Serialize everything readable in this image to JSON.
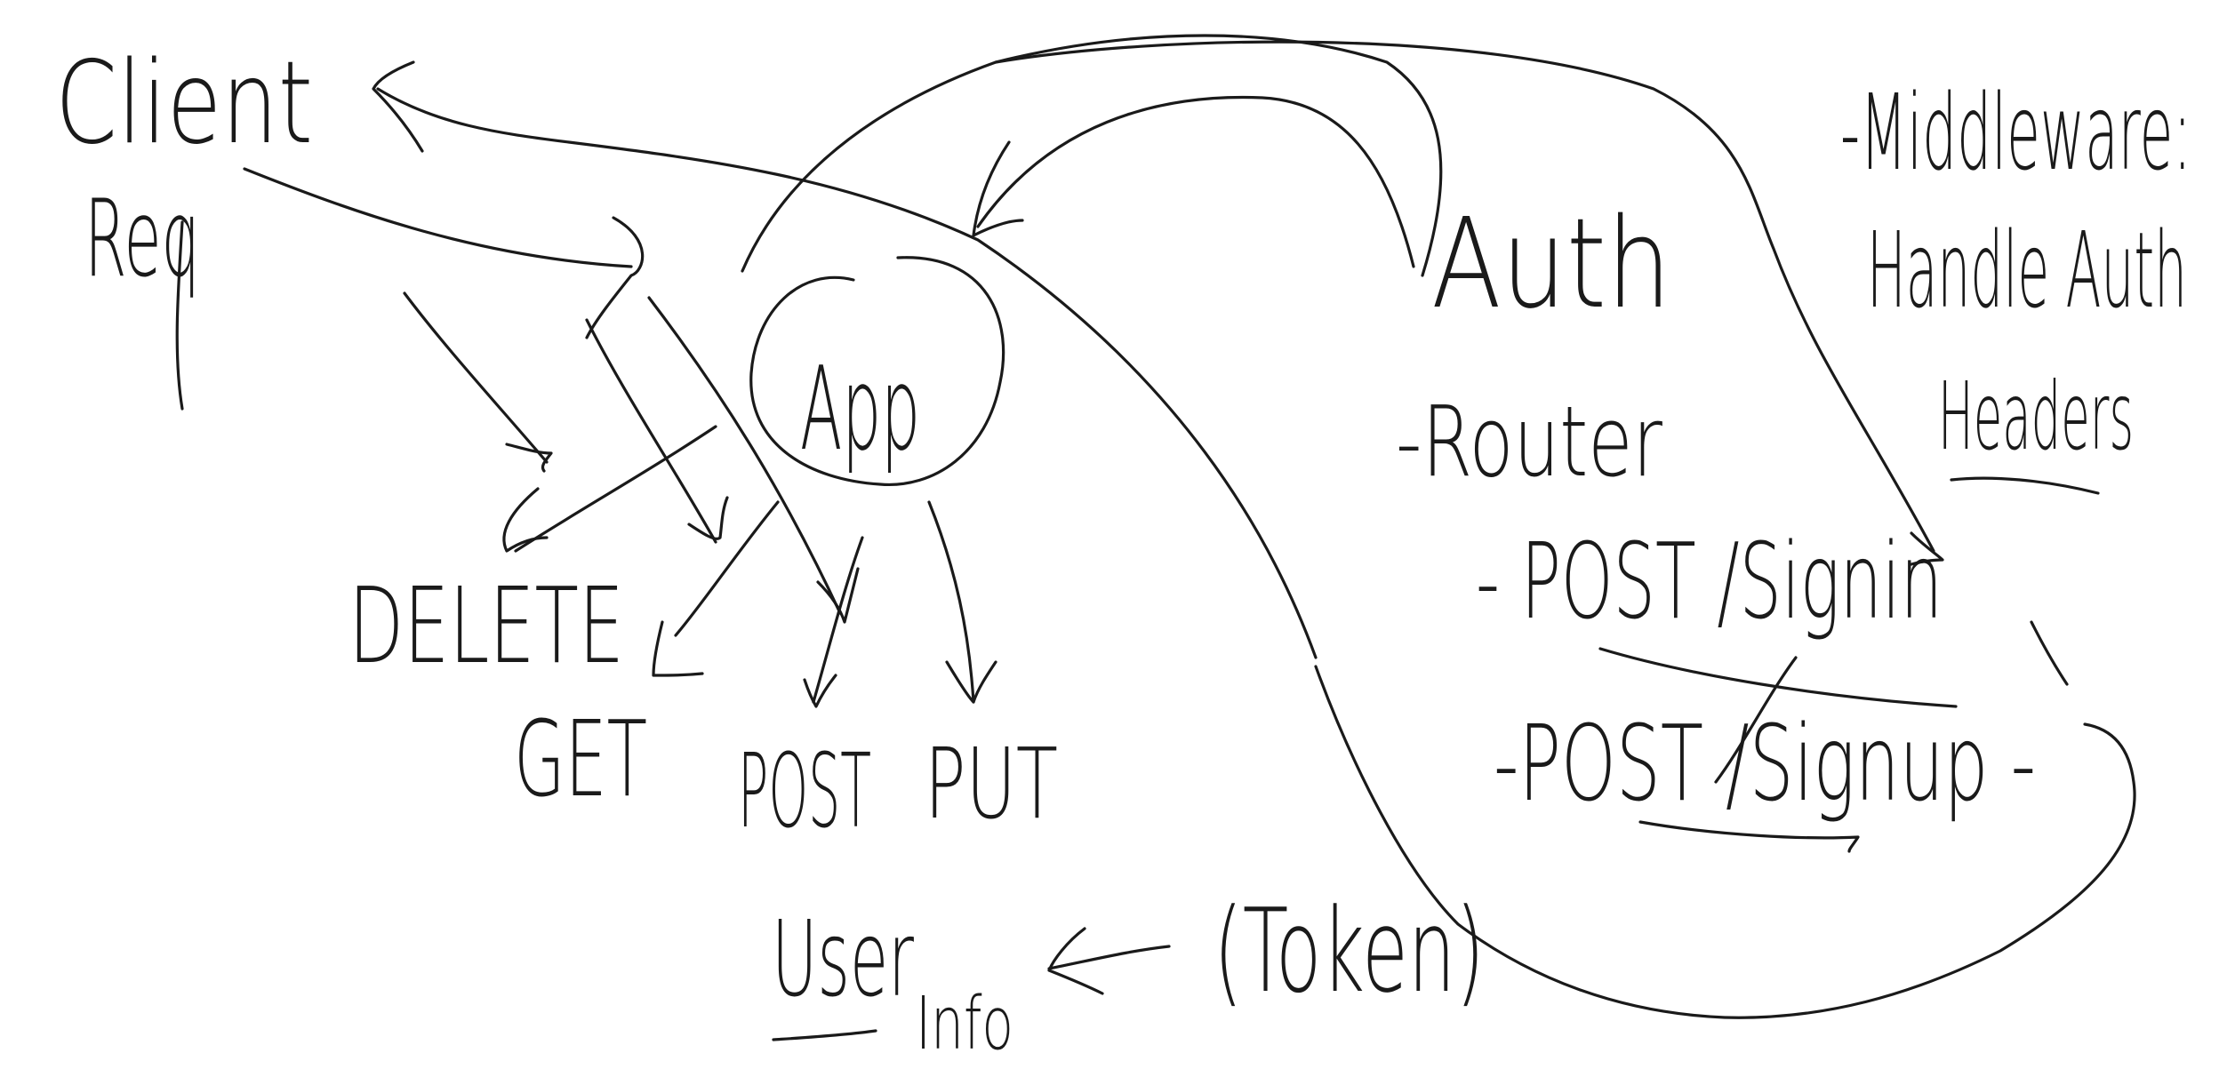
{
  "diagram": {
    "nodes": {
      "client": "Client",
      "req": "Req",
      "app": "App",
      "delete": "DELETE",
      "get": "GET",
      "post": "POST",
      "put": "PUT",
      "auth": "Auth",
      "router": "-Router",
      "signin": "- POST /Signin",
      "signup": "-POST /Signup -",
      "middleware": "-Middleware:",
      "handle_auth": "Handle Auth",
      "headers": "Headers",
      "token": "(Token)",
      "user": "User",
      "info": "Info"
    },
    "stroke_color": "#1a1a1a",
    "background": "#ffffff"
  }
}
